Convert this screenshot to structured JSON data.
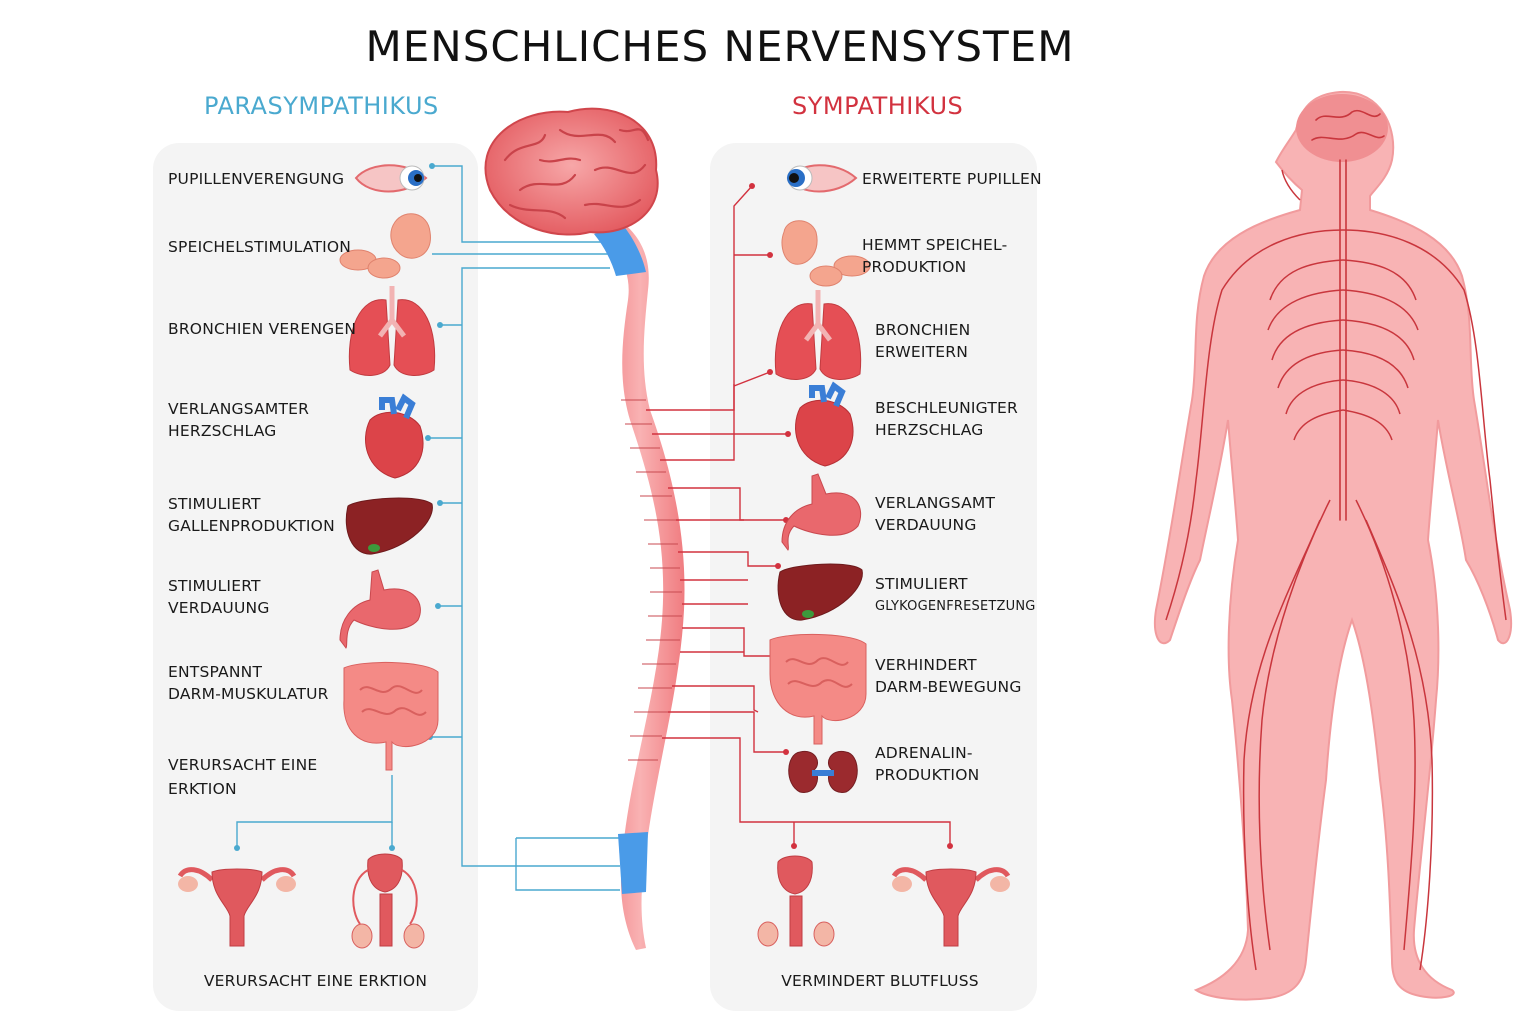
{
  "title": "MENSCHLICHES NERVENSYSTEM",
  "parasympathikus": {
    "heading": "PARASYMPATHIKUS",
    "items": [
      {
        "label": "PUPILLENVERENGUNG"
      },
      {
        "label": "SPEICHELSTIMULATION"
      },
      {
        "label": "BRONCHIEN VERENGEN"
      },
      {
        "label": "VERLANGSAMTER\nHERZSCHLAG"
      },
      {
        "label": "STIMULIERT\nGALLENPRODUKTION"
      },
      {
        "label": "STIMULIERT\nVERDAUUNG"
      },
      {
        "label": "ENTSPANNT\nDARM-MUSKULATUR"
      },
      {
        "label": "VERURSACHT EINE\nERKTION"
      }
    ],
    "bottom_label": "VERURSACHT EINE ERKTION"
  },
  "sympathikus": {
    "heading": "SYMPATHIKUS",
    "items": [
      {
        "label": "ERWEITERTE PUPILLEN"
      },
      {
        "label": "HEMMT SPEICHEL-\nPRODUKTION"
      },
      {
        "label": "BRONCHIEN\nERWEITERN"
      },
      {
        "label": "BESCHLEUNIGTER\nHERZSCHLAG"
      },
      {
        "label": "VERLANGSAMT\nVERDAUUNG"
      },
      {
        "label": "STIMULIERT"
      },
      {
        "label": "GLYKOGENFRESETZUNG"
      },
      {
        "label": "VERHINDERT\nDARM-BEWEGUNG"
      },
      {
        "label": "ADRENALIN-\nPRODUKTION"
      }
    ],
    "bottom_label": "VERMINDERT BLUTFLUSS"
  },
  "colors": {
    "parasympathetic": "#4aa9cf",
    "sympathetic": "#d2323f",
    "organ": "#e85a5e",
    "spine": "#f39a9c",
    "body": "#f7a9aa"
  }
}
